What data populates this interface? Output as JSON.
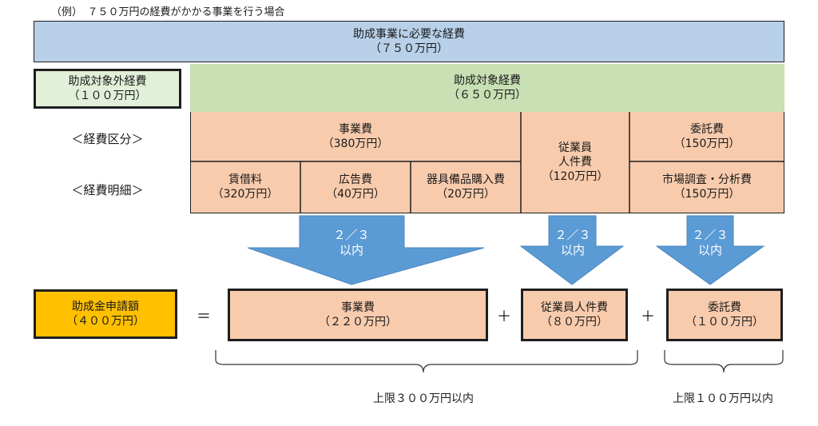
{
  "heading": "（例）　７５０万円の経費がかかる事業を行う場合",
  "total": {
    "label": "助成事業に必要な経費",
    "amount": "（７５０万円）"
  },
  "excluded": {
    "label": "助成対象外経費",
    "amount": "（１００万円）"
  },
  "eligible": {
    "label": "助成対象経費",
    "amount": "（６５０万円）"
  },
  "row_labels": {
    "category": "＜経費区分＞",
    "detail": "＜経費明細＞"
  },
  "categories": {
    "business": {
      "label": "事業費",
      "amount": "（380万円）"
    },
    "staff": {
      "label1": "従業員",
      "label2": "人件費",
      "amount": "（120万円）"
    },
    "outsourcing": {
      "label": "委託費",
      "amount": "（150万円）"
    }
  },
  "details": {
    "rent": {
      "label": "賃借料",
      "amount": "（320万円）"
    },
    "ads": {
      "label": "広告費",
      "amount": "（40万円）"
    },
    "equipment": {
      "label": "器具備品購入費",
      "amount": "（20万円）"
    },
    "research": {
      "label": "市場調査・分析費",
      "amount": "（150万円）"
    }
  },
  "arrows": [
    {
      "ratio": "２／３",
      "note": "以内"
    },
    {
      "ratio": "２／３",
      "note": "以内"
    },
    {
      "ratio": "２／３",
      "note": "以内"
    }
  ],
  "result": {
    "grant": {
      "label": "助成金申請額",
      "amount": "（４００万円）"
    },
    "equals": "＝",
    "business": {
      "label": "事業費",
      "amount": "（２２０万円）"
    },
    "plus1": "＋",
    "staff": {
      "label": "従業員人件費",
      "amount": "（８０万円）"
    },
    "plus2": "＋",
    "outsourcing": {
      "label": "委託費",
      "amount": "（１００万円）"
    }
  },
  "limits": {
    "left": "上限３００万円以内",
    "right": "上限１００万円以内"
  },
  "colors": {
    "blue": "#b8d0e8",
    "green": "#c8e0b4",
    "salmon": "#f8cbad",
    "orange": "#ffc000",
    "arrow": "#5b9bd5"
  }
}
